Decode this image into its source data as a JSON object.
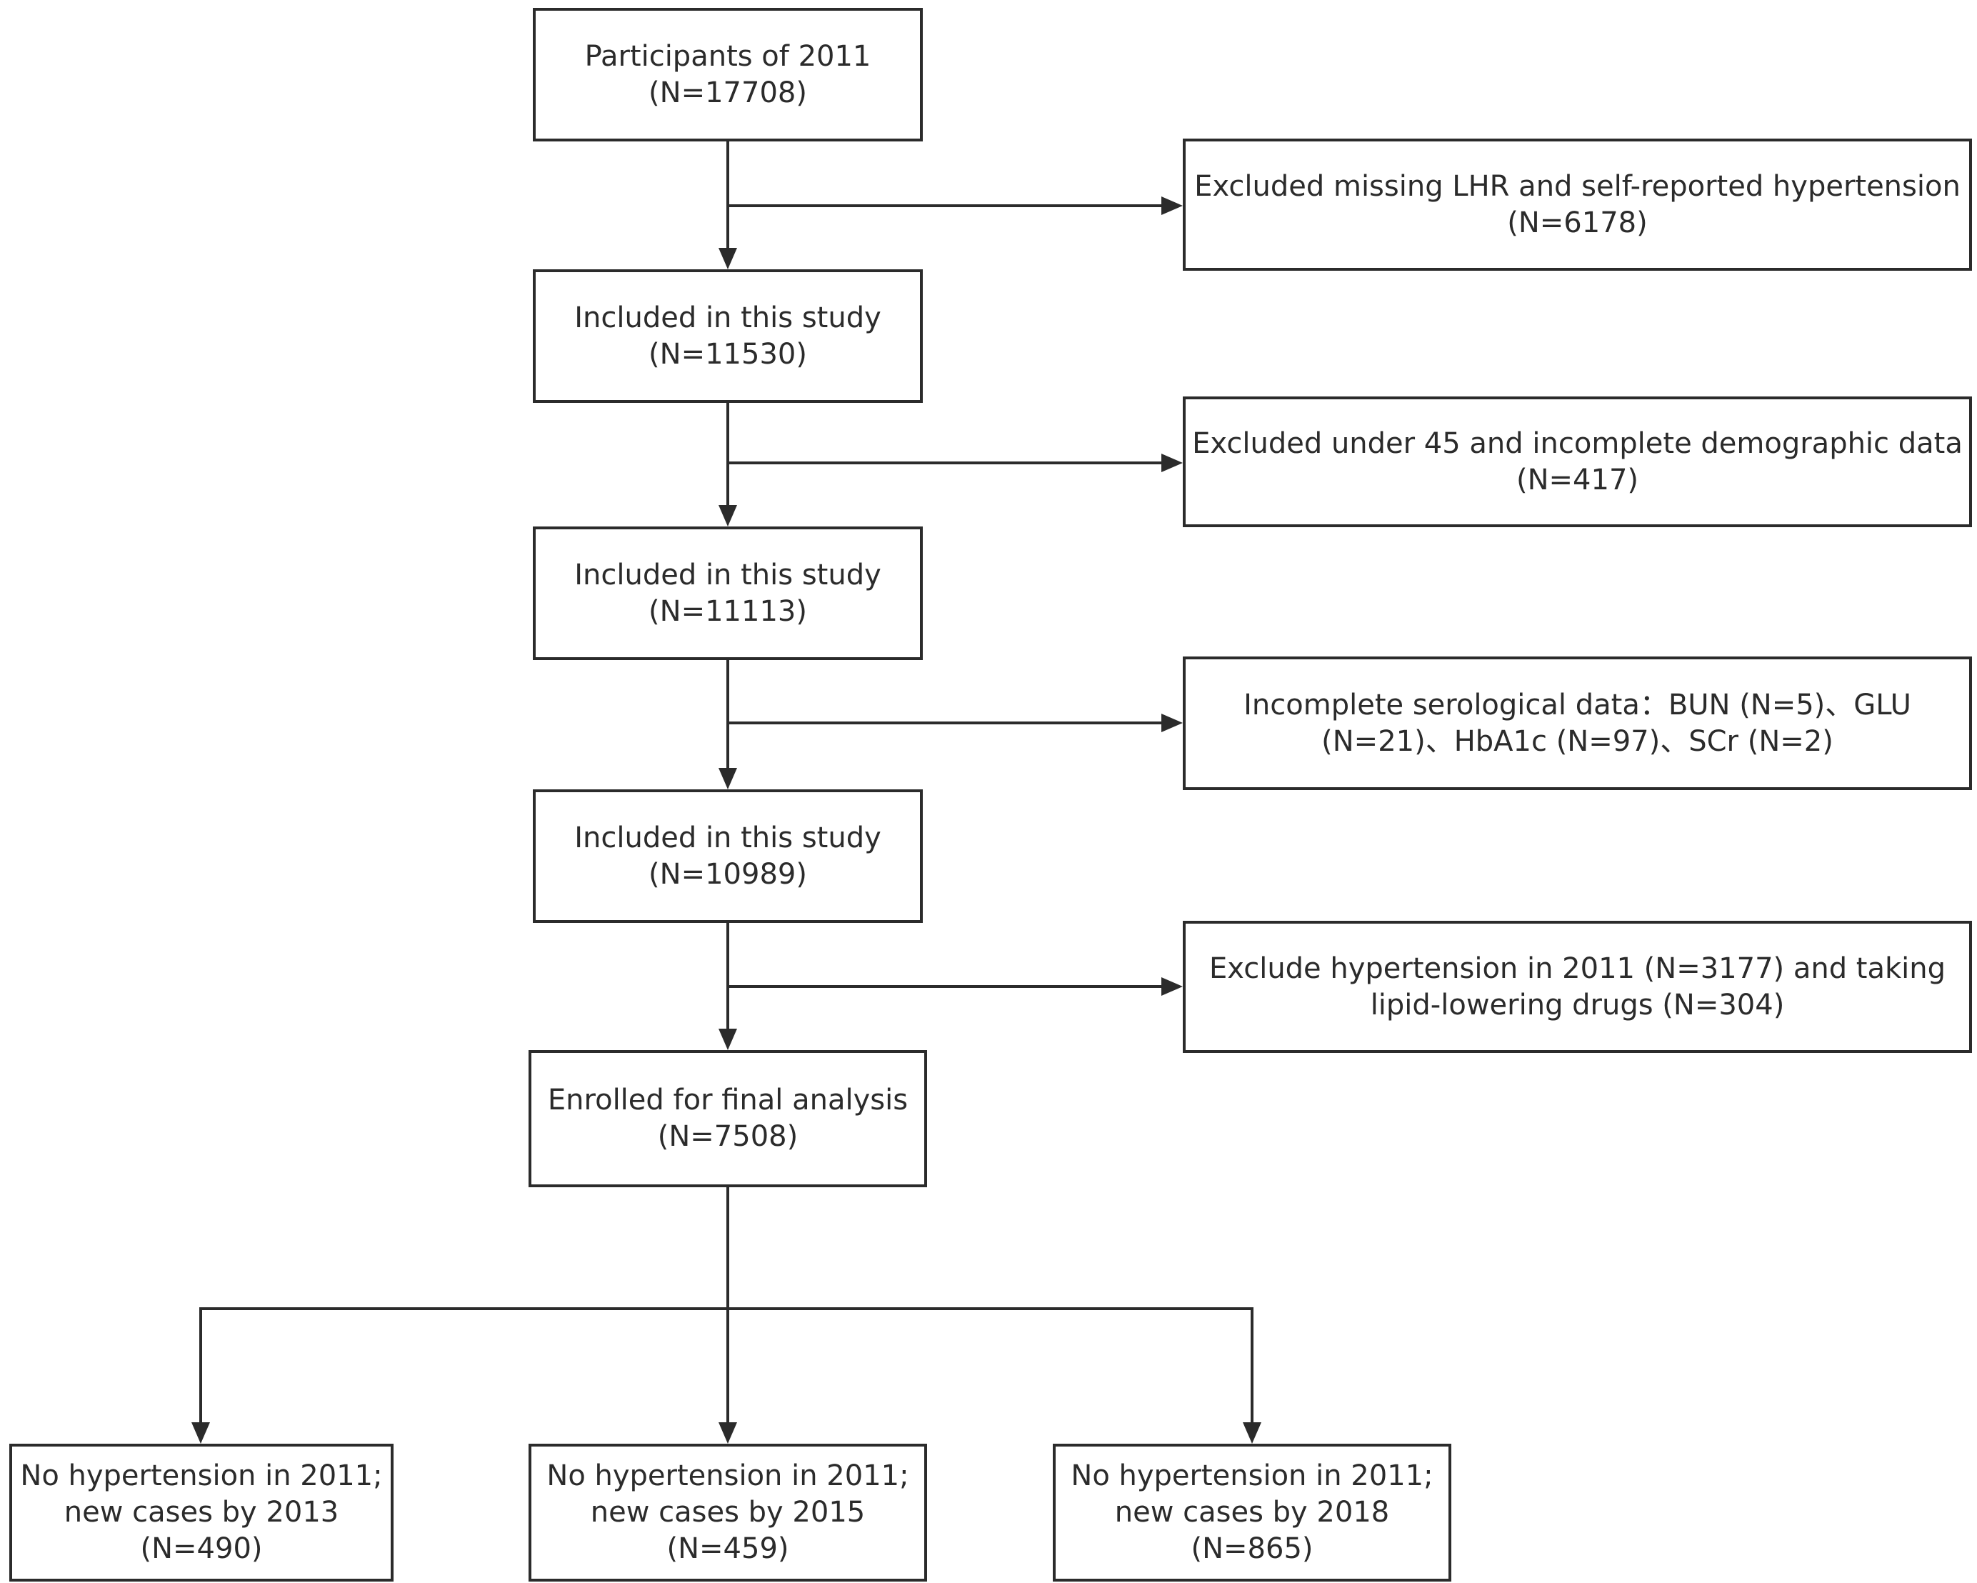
{
  "flowchart": {
    "main_steps": [
      {
        "lines": [
          "Participants of 2011",
          "(N=17708)"
        ]
      },
      {
        "lines": [
          "Included in this study",
          "(N=11530)"
        ]
      },
      {
        "lines": [
          "Included in this study",
          "(N=11113)"
        ]
      },
      {
        "lines": [
          "Included in this study",
          "(N=10989)"
        ]
      },
      {
        "lines": [
          "Enrolled for final analysis",
          "(N=7508)"
        ]
      }
    ],
    "exclusions": [
      {
        "lines": [
          "Excluded missing LHR and self-reported hypertension",
          "(N=6178)"
        ]
      },
      {
        "lines": [
          "Excluded under 45 and incomplete demographic data",
          "(N=417)"
        ]
      },
      {
        "lines": [
          "Incomplete serological data：BUN (N=5)、GLU",
          "(N=21)、HbA1c (N=97)、SCr (N=2)"
        ]
      },
      {
        "lines": [
          "Exclude hypertension in 2011 (N=3177) and taking",
          "lipid-lowering drugs (N=304)"
        ]
      }
    ],
    "outcomes": [
      {
        "lines": [
          "No hypertension in 2011;",
          "new cases by 2013",
          "(N=490)"
        ]
      },
      {
        "lines": [
          "No hypertension in 2011;",
          "new cases by 2015",
          "(N=459)"
        ]
      },
      {
        "lines": [
          "No hypertension in 2011;",
          "new cases by 2018",
          "(N=865)"
        ]
      }
    ]
  },
  "colors": {
    "stroke": "#2b2b2b",
    "background": "#ffffff",
    "text": "#2b2b2b"
  }
}
